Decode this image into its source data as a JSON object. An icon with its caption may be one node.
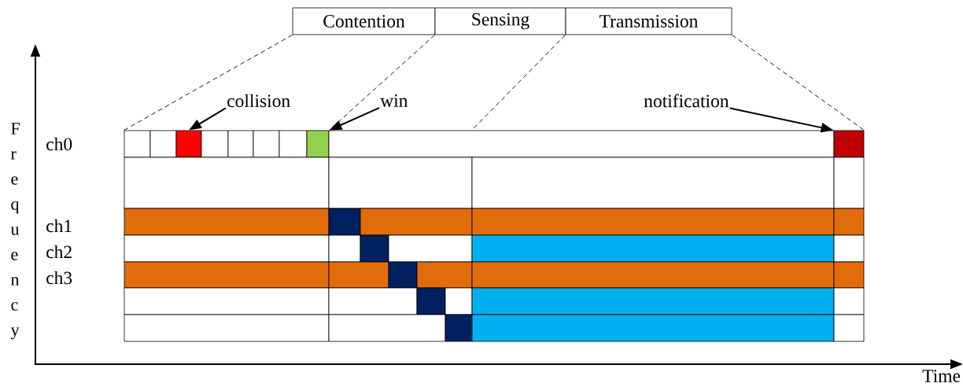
{
  "diagram": {
    "nodes": [
      {
        "text": [
          "Contention"
        ]
      },
      {
        "text": [
          "Sensing"
        ]
      },
      {
        "text": [
          "Transmission"
        ]
      },
      {
        "text": [
          "collision"
        ]
      },
      {
        "text": [
          "win"
        ]
      },
      {
        "text": [
          "notification"
        ]
      },
      {
        "text": [],
        "shape": "box"
      },
      {
        "text": [],
        "shape": "box"
      },
      {
        "text": [],
        "shape": "box"
      },
      {
        "text": [],
        "shape": "box"
      },
      {
        "text": [],
        "shape": "box"
      },
      {
        "text": [],
        "shape": "box"
      },
      {
        "text": [],
        "shape": "box"
      },
      {
        "text": [],
        "shape": "box"
      },
      {
        "text": [],
        "shape": "box"
      },
      {
        "text": [],
        "shape": "box"
      },
      {
        "text": [],
        "shape": "box"
      },
      {
        "text": [],
        "shape": "box"
      },
      {
        "text": [],
        "shape": "box"
      },
      {
        "text": [],
        "shape": "box"
      },
      {
        "text": [],
        "shape": "box"
      },
      {
        "text": [],
        "shape": "box"
      },
      {
        "text": [],
        "shape": "box"
      },
      {
        "text": [],
        "shape": "box"
      },
      {
        "text": [],
        "shape": "box"
      },
      {
        "text": [],
        "shape": "box"
      },
      {
        "text": [],
        "shape": "box"
      },
      {
        "text": [],
        "shape": "box"
      },
      {
        "text": [],
        "shape": "box"
      },
      {
        "text": [],
        "shape": "box"
      },
      {
        "text": [],
        "shape": "box"
      },
      {
        "text": [],
        "shape": "box"
      },
      {
        "text": [],
        "shape": "box"
      },
      {
        "text": [],
        "shape": "box"
      },
      {
        "text": [],
        "shape": "box"
      },
      {
        "text": [],
        "shape": "box"
      },
      {
        "text": [],
        "shape": "box"
      },
      {
        "text": [],
        "shape": "box"
      },
      {
        "text": [],
        "shape": "box"
      },
      {
        "text": [],
        "shape": "box"
      },
      {
        "text": [],
        "shape": "box"
      },
      {
        "text": [],
        "shape": "box"
      },
      {
        "text": [],
        "shape": "box"
      },
      {
        "text": [],
        "shape": "box"
      },
      {
        "text": [],
        "shape": "box"
      },
      {
        "text": [],
        "shape": "box"
      },
      {
        "text": [],
        "shape": "box"
      },
      {
        "text": [],
        "shape": "box"
      }
    ],
    "edges": [
      {
        "from": 3,
        "to": 8,
        "arrow": "to"
      },
      {
        "from": 4,
        "to": 13,
        "arrow": "to"
      },
      {
        "from": 5,
        "to": 15,
        "arrow": "to"
      },
      {
        "from": 0,
        "to": 6,
        "arrow": "none",
        "style": "dashed"
      },
      {
        "from": 1,
        "to": 13,
        "arrow": "none",
        "style": "dashed"
      },
      {
        "from": 2,
        "to": 14,
        "arrow": "none",
        "style": "dashed"
      },
      {
        "from": 2,
        "to": 15,
        "arrow": "none",
        "style": "dashed"
      }
    ],
    "labels": [
      "ch0",
      "ch1",
      "ch2",
      "ch3",
      "Frequency",
      "Time"
    ]
  }
}
